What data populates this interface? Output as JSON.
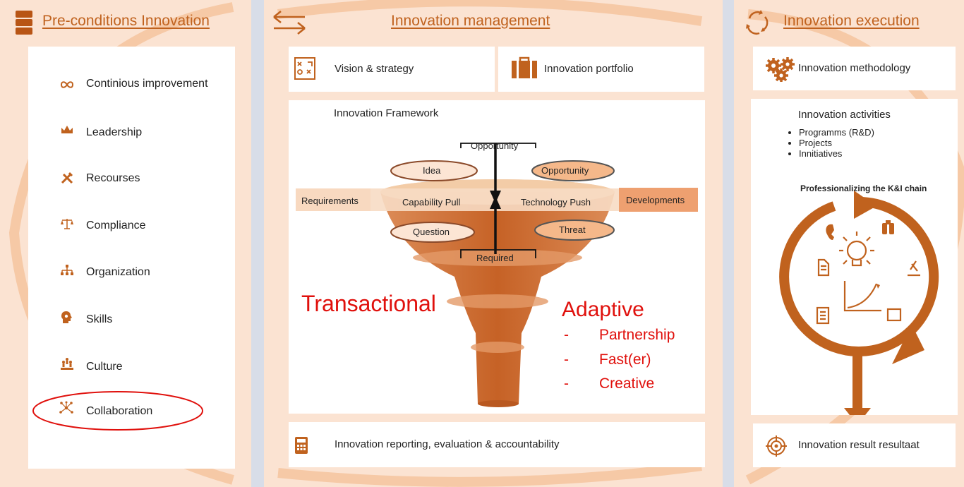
{
  "left": {
    "title": "Pre-conditions Innovation",
    "items": [
      {
        "label": "Continious improvement",
        "icon": "infinity-icon"
      },
      {
        "label": "Leadership",
        "icon": "crown-icon"
      },
      {
        "label": "Recourses",
        "icon": "tools-icon"
      },
      {
        "label": "Compliance",
        "icon": "scale-icon"
      },
      {
        "label": "Organization",
        "icon": "org-chart-icon"
      },
      {
        "label": "Skills",
        "icon": "head-gear-icon"
      },
      {
        "label": "Culture",
        "icon": "people-group-icon"
      },
      {
        "label": "Collaboration",
        "icon": "network-icon"
      }
    ],
    "header_icon": "barrels-icon",
    "highlight_color": "#e0100c"
  },
  "middle": {
    "title": "Innovation management",
    "header_icon": "exchange-arrows-icon",
    "vision": "Vision & strategy",
    "portfolio": "Innovation portfolio",
    "framework_title": "Innovation Framework",
    "funnel": {
      "top": "Opportunity",
      "bottom": "Required",
      "left_input": "Requirements",
      "right_input": "Developments",
      "pull": "Capability Pull",
      "push": "Technology Push",
      "ovals": [
        "Idea",
        "Opportunity",
        "Question",
        "Threat"
      ]
    },
    "transactional": "Transactional",
    "adaptive": {
      "title": "Adaptive",
      "items": [
        "Partnership",
        "Fast(er)",
        "Creative"
      ],
      "bullet": "-"
    },
    "reporting": "Innovation reporting, evaluation & accountability"
  },
  "right": {
    "title": "Innovation execution",
    "header_icon": "cycle-arrows-icon",
    "methodology": "Innovation methodology",
    "activities_title": "Innovation activities",
    "activities": [
      "Programms  (R&D)",
      "Projects",
      "Innitiatives"
    ],
    "chain_title": "Professionalizing the K&I chain",
    "result": "Innovation result resultaat"
  },
  "colors": {
    "accent": "#c0621e",
    "panel": "#fbe3d2",
    "red": "#e0100c"
  }
}
